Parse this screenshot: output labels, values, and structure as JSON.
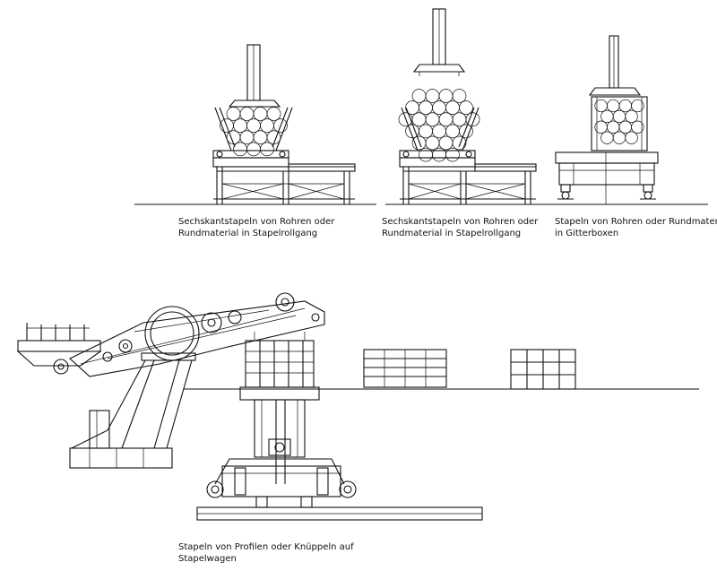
{
  "captions": {
    "c1": [
      "Sechskantstapeln von Rohren oder",
      "Rundmaterial in Stapelrollgang"
    ],
    "c2": [
      "Sechskantstapeln von Rohren oder",
      "Rundmaterial in Stapelrollgang"
    ],
    "c3": [
      "Stapeln von Rohren oder Rundmaterial",
      "in Gitterboxen"
    ],
    "c4": [
      "Stapeln von Profilen oder Knüppeln auf",
      "Stapelwagen"
    ]
  }
}
